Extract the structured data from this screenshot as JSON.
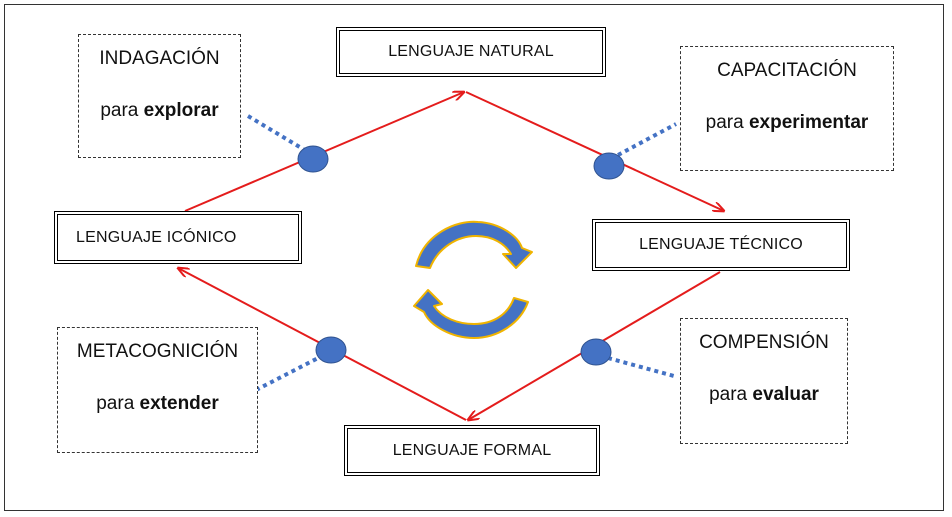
{
  "languages": {
    "natural": "LENGUAJE NATURAL",
    "iconico": "LENGUAJE ICÓNICO",
    "tecnico": "LENGUAJE TÉCNICO",
    "formal": "LENGUAJE FORMAL"
  },
  "phases": {
    "indagacion": {
      "title": "INDAGACIÓN",
      "prefix": "para",
      "verb": "explorar"
    },
    "capacitacion": {
      "title": "CAPACITACIÓN",
      "prefix": "para",
      "verb": "experimentar"
    },
    "metacognicion": {
      "title": "METACOGNICIÓN",
      "prefix": "para",
      "verb": "extender"
    },
    "compension": {
      "title": "COMPENSIÓN",
      "prefix": "para",
      "verb": "evaluar"
    }
  },
  "colors": {
    "arrow": "#e41c1c",
    "node": "#4472c4",
    "node_stroke": "#2f528f",
    "connector": "#4472c4",
    "cycle_fill": "#4472c4",
    "cycle_stroke": "#f0b400"
  },
  "icons": {
    "cycle": "refresh-cycle-icon"
  }
}
